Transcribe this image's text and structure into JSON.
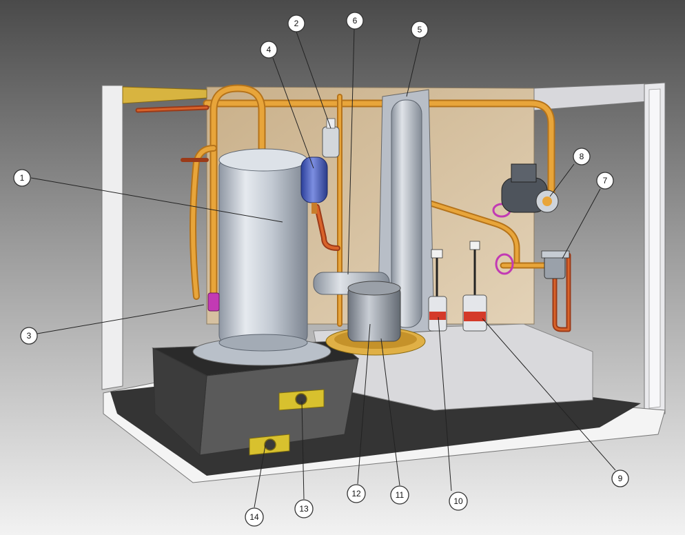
{
  "callouts": [
    {
      "id": "1",
      "label": "1"
    },
    {
      "id": "2",
      "label": "2"
    },
    {
      "id": "3",
      "label": "3"
    },
    {
      "id": "4",
      "label": "4"
    },
    {
      "id": "5",
      "label": "5"
    },
    {
      "id": "6",
      "label": "6"
    },
    {
      "id": "7",
      "label": "7"
    },
    {
      "id": "8",
      "label": "8"
    },
    {
      "id": "9",
      "label": "9"
    },
    {
      "id": "10",
      "label": "10"
    },
    {
      "id": "11",
      "label": "11"
    },
    {
      "id": "12",
      "label": "12"
    },
    {
      "id": "13",
      "label": "13"
    },
    {
      "id": "14",
      "label": "14"
    }
  ],
  "colors": {
    "background_top": "#4a4a4a",
    "background_bottom": "#f2f2f2",
    "copper": "#e8a53a",
    "copper_dark": "#b5731a",
    "rear_panel": "#d9c3a2",
    "frame": "#e9e9ec",
    "base_dark": "#2f2f2f",
    "shell_silver": "#c8ced6",
    "gasket_magenta": "#c23ab4",
    "coil_red": "#d43a2a",
    "brass": "#d8c12e"
  }
}
